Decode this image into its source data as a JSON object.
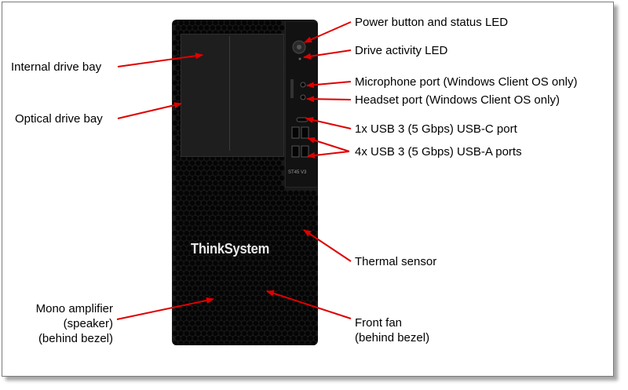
{
  "labels": {
    "internal_drive_bay": "Internal drive bay",
    "optical_drive_bay": "Optical drive bay",
    "mono_amplifier_line1": "Mono amplifier",
    "mono_amplifier_line2": "(speaker)",
    "mono_amplifier_line3": "(behind bezel)",
    "power_button": "Power button and status LED",
    "drive_activity_led": "Drive activity LED",
    "microphone_port": "Microphone port (Windows Client OS only)",
    "headset_port": "Headset port (Windows Client OS only)",
    "usb_c_port": "1x USB 3 (5 Gbps) USB-C port",
    "usb_a_ports": "4x USB 3 (5 Gbps) USB-A ports",
    "thermal_sensor": "Thermal sensor",
    "front_fan_line1": "Front fan",
    "front_fan_line2": "(behind bezel)"
  },
  "device": {
    "brand": "ThinkSystem",
    "model": "ST45 V3"
  },
  "colors": {
    "arrow": "#e00000",
    "chassis": "#191919",
    "mesh_hole": "#050505"
  }
}
